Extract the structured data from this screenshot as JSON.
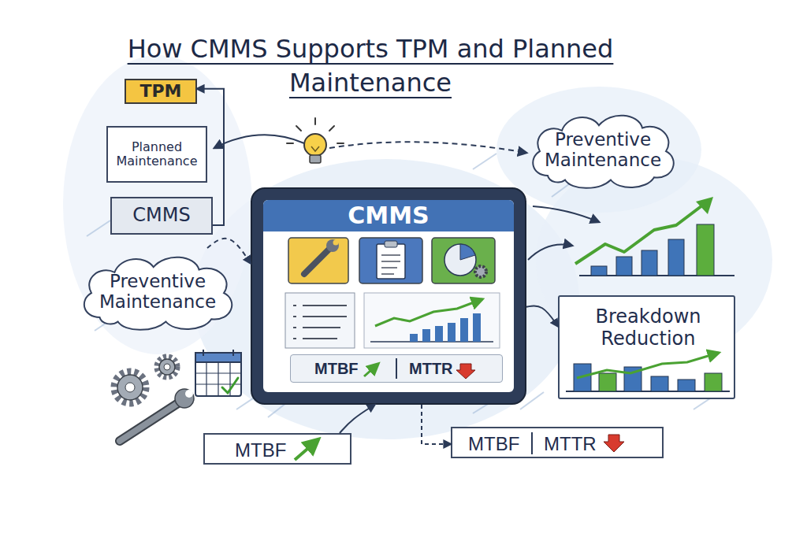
{
  "diagram": {
    "title": "How CMMS Supports TPM and Planned Maintenance",
    "nodes": [
      {
        "text": [
          "TPM"
        ]
      },
      {
        "text": [
          "Planned Maintenance"
        ]
      },
      {
        "text": [
          "Preventive Maintenance"
        ]
      },
      {
        "text": [
          "CMMS"
        ]
      },
      {
        "text": [
          "CMMS"
        ]
      },
      {
        "text": [
          "MTBF",
          "MTTR"
        ],
        "in": 4
      },
      {
        "text": [
          "Preventive Maintenance"
        ]
      },
      {
        "text": [
          "Breakdown Reduction"
        ]
      },
      {
        "text": [
          "MTBF"
        ]
      },
      {
        "text": [
          "MTBF",
          "MTTR"
        ]
      }
    ],
    "edges": [
      {
        "from": 3,
        "to": 0,
        "arrow": "to"
      },
      {
        "from": 6,
        "to": 4,
        "arrow": "to"
      },
      {
        "from": 4,
        "to": 7,
        "arrow": "to"
      },
      {
        "from": 8,
        "to": 4,
        "arrow": "to"
      },
      {
        "from": 4,
        "to": 9,
        "arrow": "to"
      }
    ]
  }
}
